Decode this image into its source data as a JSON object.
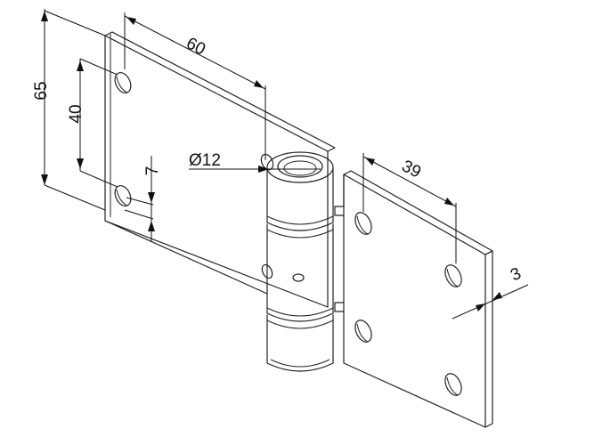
{
  "dimensions": {
    "overall_height": "65",
    "hole_spacing_vertical": "40",
    "hole_edge_offset": "7",
    "leaf_width_left": "60",
    "pin_diameter": "Ø12",
    "leaf_width_right": "39",
    "thickness": "3"
  },
  "colors": {
    "line": "#222222",
    "background": "#ffffff"
  }
}
